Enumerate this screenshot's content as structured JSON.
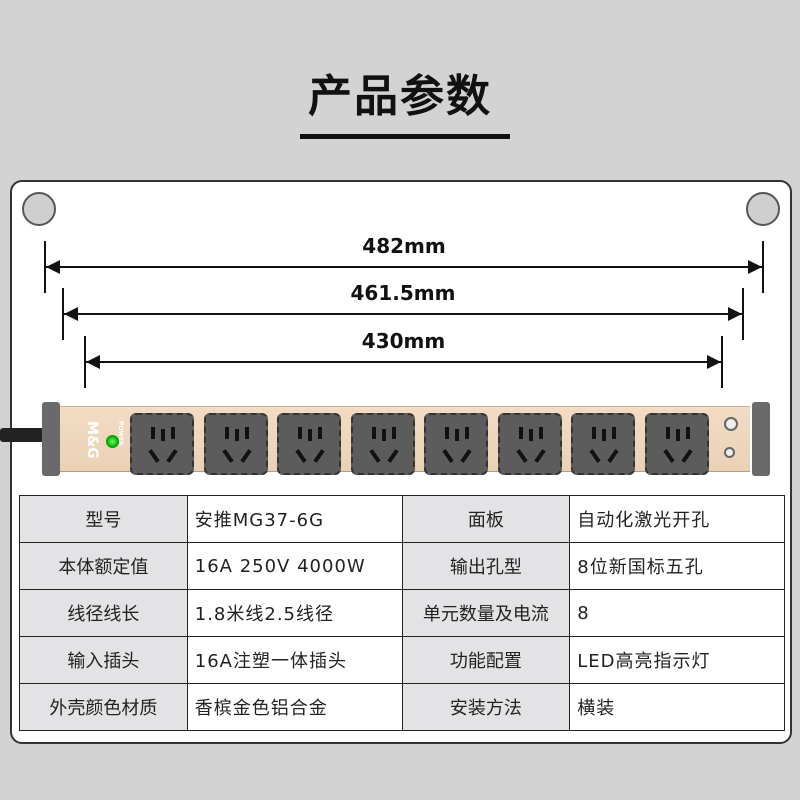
{
  "title": "产品参数",
  "dimensions": [
    "482mm",
    "461.5mm",
    "430mm"
  ],
  "product": {
    "brand": "M&G",
    "indicator": "POWER",
    "socket_count": 8
  },
  "specs": [
    {
      "k1": "型号",
      "v1": "安推MG37-6G",
      "k2": "面板",
      "v2": "自动化激光开孔"
    },
    {
      "k1": "本体额定值",
      "v1": "16A 250V 4000W",
      "k2": "输出孔型",
      "v2": "8位新国标五孔"
    },
    {
      "k1": "线径线长",
      "v1": "1.8米线2.5线径",
      "k2": "单元数量及电流",
      "v2": "8"
    },
    {
      "k1": "输入插头",
      "v1": "16A注塑一体插头",
      "k2": "功能配置",
      "v2": "LED高亮指示灯"
    },
    {
      "k1": "外壳颜色材质",
      "v1": "香槟金色铝合金",
      "k2": "安装方法",
      "v2": "横装"
    }
  ]
}
